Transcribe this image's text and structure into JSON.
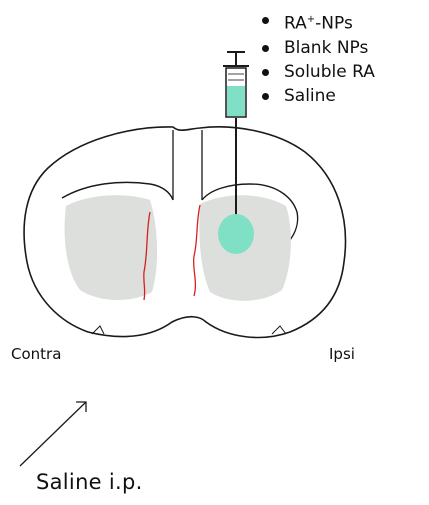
{
  "legend": {
    "items": [
      {
        "prefix": "RA",
        "superscript": "+",
        "suffix": "-NPs"
      },
      {
        "text": "Blank NPs"
      },
      {
        "text": "Soluble RA"
      },
      {
        "text": "Saline"
      }
    ]
  },
  "labels": {
    "contra": "Contra",
    "ipsi": "Ipsi",
    "injection": "Saline i.p."
  },
  "colors": {
    "outline": "#1a1a1a",
    "striatum_fill": "#dcdfdc",
    "injection_fill": "#7fe0c6",
    "corpus_callosum_trace": "#d62020",
    "legend_bullet": "#111111"
  },
  "icons": {
    "syringe": "syringe-icon",
    "arrow": "arrow-icon"
  }
}
